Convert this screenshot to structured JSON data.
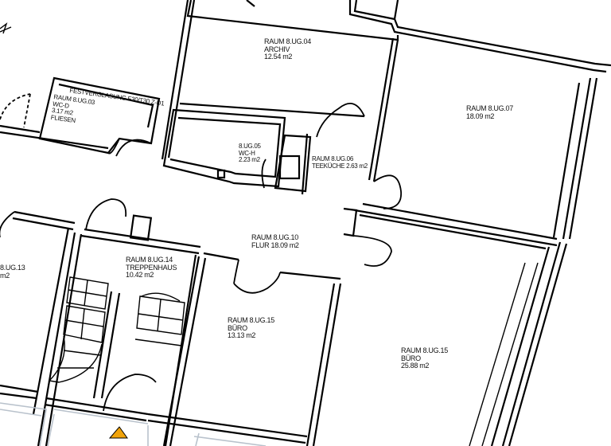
{
  "plan": {
    "line_color": "#000000",
    "glass_color": "#b9c2cc",
    "marker_color": "#f0a30a",
    "rooms": [
      {
        "id": "8-ug-04",
        "lines": [
          "RAUM 8.UG.04",
          "ARCHIV",
          "12.54 m2"
        ]
      },
      {
        "id": "8-ug-03",
        "lines": [
          "RAUM 8.UG.03",
          "WC-D",
          "3.17 m2",
          "FLIESEN"
        ]
      },
      {
        "id": "8-ug-05",
        "lines": [
          "8.UG.05",
          "WC-H",
          "2.23 m2"
        ]
      },
      {
        "id": "8-ug-06",
        "lines": [
          "RAUM 8.UG.06",
          "TEEKÜCHE   2.63 m2"
        ]
      },
      {
        "id": "8-ug-07",
        "lines": [
          "RAUM 8.UG.07",
          "18.09 m2"
        ]
      },
      {
        "id": "8-ug-10",
        "lines": [
          "RAUM 8.UG.10",
          "FLUR  18.09 m2"
        ]
      },
      {
        "id": "8-ug-13",
        "lines": [
          "8.UG.13",
          "m2"
        ]
      },
      {
        "id": "8-ug-14",
        "lines": [
          "RAUM 8.UG.14",
          "TREPPENHAUS",
          "10.42 m2"
        ]
      },
      {
        "id": "8-ug-15a",
        "lines": [
          "RAUM 8.UG.15",
          "BÜRO",
          "13.13 m2"
        ]
      },
      {
        "id": "8-ug-15b",
        "lines": [
          "RAUM 8.UG.15",
          "BÜRO",
          "25.88 m2"
        ]
      }
    ],
    "annotation": "FESTVERGLASUNG F30/T30 Z-D1"
  }
}
